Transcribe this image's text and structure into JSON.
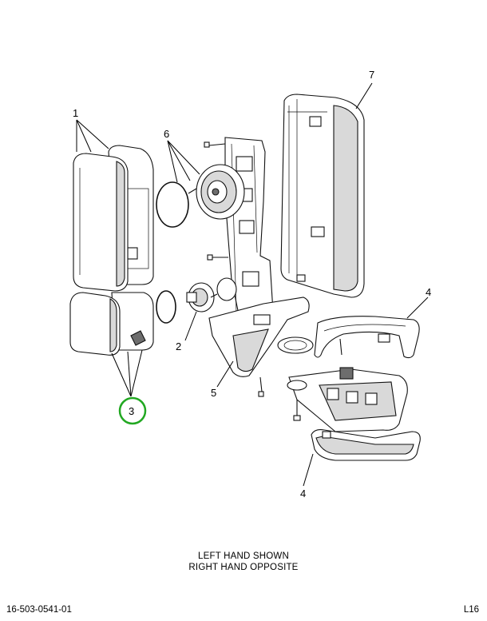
{
  "callouts": {
    "c1": "1",
    "c2": "2",
    "c3": "3",
    "c4a": "4",
    "c4b": "4",
    "c5": "5",
    "c6": "6",
    "c7": "7"
  },
  "caption": {
    "line1": "LEFT HAND SHOWN",
    "line2": "RIGHT HAND OPPOSITE"
  },
  "footer": {
    "part_number": "16-503-0541-01",
    "page_code": "L16"
  },
  "highlight": {
    "callout": "3",
    "color": "#22a822"
  }
}
